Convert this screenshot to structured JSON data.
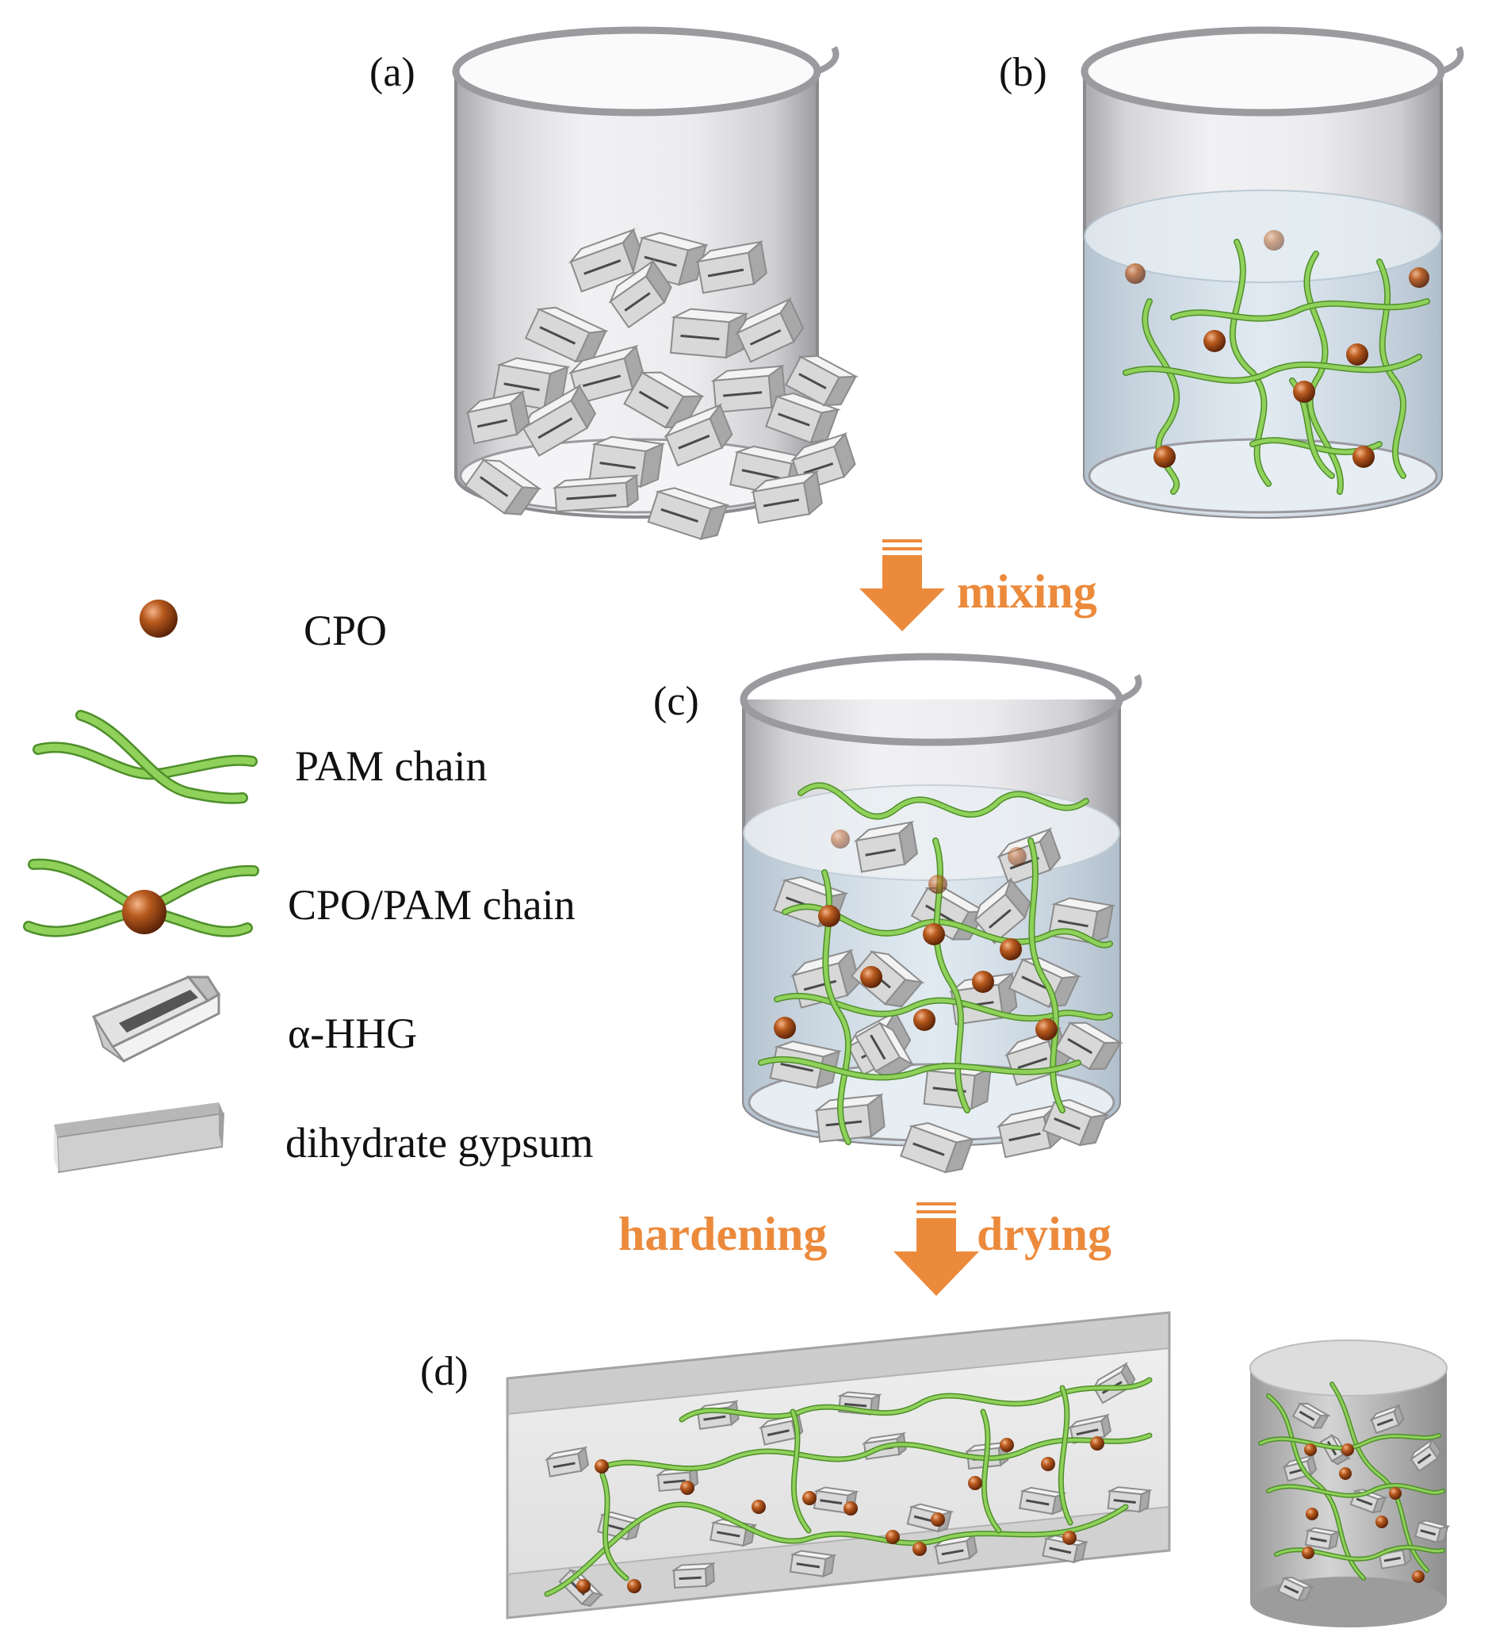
{
  "panels": {
    "a": "(a)",
    "b": "(b)",
    "c": "(c)",
    "d": "(d)"
  },
  "steps": {
    "mixing": "mixing",
    "hardening": "hardening",
    "drying": "drying"
  },
  "legend": {
    "cpo": "CPO",
    "pam_chain": "PAM chain",
    "cpo_pam_chain": "CPO/PAM chain",
    "alpha_hhg": "α-HHG",
    "dihydrate_gypsum": "dihydrate gypsum"
  },
  "colors": {
    "arrow": "#ec8a3c",
    "chain": "#7cc94a",
    "cpo": "#b0521a",
    "crystal": "#d9d9d9",
    "solution": "#cfe0ec"
  }
}
